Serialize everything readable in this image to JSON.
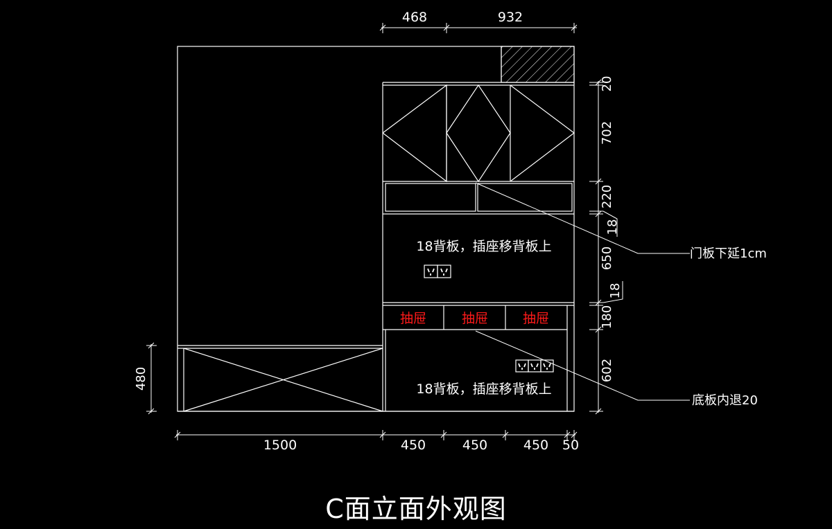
{
  "title": "C面立面外观图",
  "colors": {
    "background": "#000000",
    "line": "#ffffff",
    "drawer_label": "#ff1a1a"
  },
  "dimensions": {
    "top": [
      "468",
      "932"
    ],
    "bottom": [
      "1500",
      "450",
      "450",
      "450",
      "50"
    ],
    "right": [
      "20",
      "702",
      "220",
      "650",
      "180",
      "602"
    ],
    "right_inner": [
      "18",
      "18"
    ],
    "left": [
      "480"
    ]
  },
  "notes": {
    "upper_back_panel": "18背板，插座移背板上",
    "lower_back_panel": "18背板，插座移背板上",
    "door_extend": "门板下延1cm",
    "base_recess": "底板内退20"
  },
  "drawers": [
    "抽屉",
    "抽屉",
    "抽屉"
  ],
  "icons": {
    "socket_double": "electrical-outlet-icon",
    "socket_triple": "electrical-outlet-icon"
  }
}
